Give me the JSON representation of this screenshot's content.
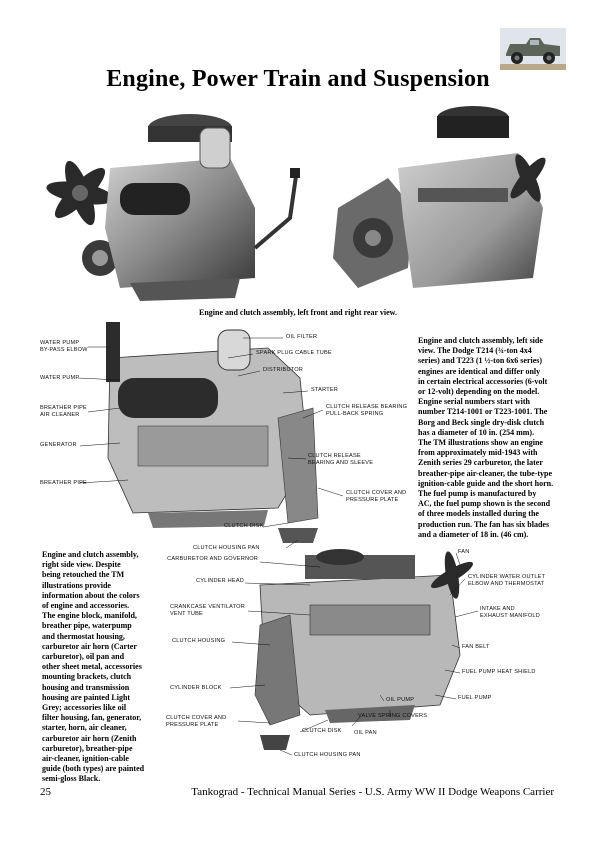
{
  "page_title": "Engine, Power Train and Suspension",
  "photo_caption_top": "Engine and clutch assembly, left front and right rear view.",
  "caption_left_side": [
    "Engine and clutch assembly, left side",
    "view. The Dodge T214 (¾-ton 4x4",
    "series) and T223 (1 ½-ton 6x6 series)",
    "engines are identical and differ only",
    "in certain electrical accessories (6-volt",
    "or 12-volt) depending on the model.",
    "Engine serial numbers start with",
    "number T214-1001 or T223-1001. The",
    "Borg and Beck single dry-disk clutch",
    "has a diameter of 10 in. (254 mm).",
    "The TM illustrations show an engine",
    "from approximately mid-1943 with",
    "Zenith series 29 carburetor, the later",
    "breather-pipe air-cleaner, the tube-type",
    "ignition-cable guide and the short horn.",
    "The fuel pump is manufactured by",
    "AC, the fuel pump shown is the second",
    "of three models installed during the",
    "production run. The fan has six blades",
    "and a diameter of 18 in. (46 cm)."
  ],
  "caption_right_side": [
    "Engine and clutch assembly,",
    "right side view. Despite",
    "being retouched the TM",
    "illustrations provide",
    "information about the colors",
    "of engine and accessories.",
    "The engine block, manifold,",
    "breather pipe, waterpump",
    "and thermostat housing,",
    "carburetor air horn (Carter",
    "carburetor), oil pan and",
    "other sheet metal, accessories",
    "mounting brackets, clutch",
    "housing and transmission",
    "housing are painted Light",
    "Grey; accessories like oil",
    "filter housing, fan, generator,",
    "starter, horn, air cleaner,",
    "carburetor air horn (Zenith",
    "carburetor), breather-pipe",
    "air-cleaner, ignition-cable",
    "guide (both types) are painted",
    "semi-gloss Black."
  ],
  "diagram_left_labels": {
    "water_pump_bypass": [
      "WATER PUMP",
      "BY-PASS ELBOW"
    ],
    "water_pump": "WATER PUMP",
    "breather_pipe_air_cleaner": [
      "BREATHER PIPE",
      "AIR CLEANER"
    ],
    "generator": "GENERATOR",
    "breather_pipe": "BREATHER PIPE",
    "oil_filter": "OIL FILTER",
    "spark_plug_cable_tube": "SPARK PLUG CABLE TUBE",
    "distributor": "DISTRIBUTOR",
    "starter": "STARTER",
    "clutch_release_bearing_spring": [
      "CLUTCH RELEASE BEARING",
      "PULL-BACK SPRING"
    ],
    "clutch_release_bearing_sleeve": [
      "CLUTCH RELEASE",
      "BEARING AND SLEEVE"
    ],
    "clutch_cover_pressure_plate": [
      "CLUTCH COVER AND",
      "PRESSURE PLATE"
    ],
    "clutch_disk": "CLUTCH DISK",
    "clutch_housing_pan": "CLUTCH HOUSING PAN"
  },
  "diagram_right_labels": {
    "carburetor_governor": "CARBURETOR AND GOVERNOR",
    "cylinder_head": "CYLINDER HEAD",
    "crankcase_ventilator": [
      "CRANKCASE VENTILATOR",
      "VENT TUBE"
    ],
    "clutch_housing": "CLUTCH HOUSING",
    "cylinder_block": "CYLINDER BLOCK",
    "clutch_cover_pressure_plate": [
      "CLUTCH COVER AND",
      "PRESSURE PLATE"
    ],
    "clutch_disk": "CLUTCH DISK",
    "clutch_housing_pan": "CLUTCH HOUSING PAN",
    "fan": "FAN",
    "cylinder_water_outlet": [
      "CYLINDER WATER OUTLET",
      "ELBOW AND THERMOSTAT"
    ],
    "intake_exhaust_manifold": [
      "INTAKE AND",
      "EXHAUST MANIFOLD"
    ],
    "fan_belt": "FAN BELT",
    "fuel_pump_heat_shield": "FUEL PUMP HEAT SHIELD",
    "fuel_pump": "FUEL PUMP",
    "oil_pump": "OIL PUMP",
    "valve_spring_covers": "VALVE SPRING COVERS",
    "oil_pan": "OIL PAN"
  },
  "footer": {
    "page_number": "25",
    "series_text": "Tankograd - Technical Manual Series - U.S. Army WW II Dodge Weapons Carrier"
  },
  "colors": {
    "text": "#000000",
    "photo_dark": "#2a2a2a",
    "photo_mid": "#8a8a8a",
    "photo_light": "#d6d6d6"
  }
}
